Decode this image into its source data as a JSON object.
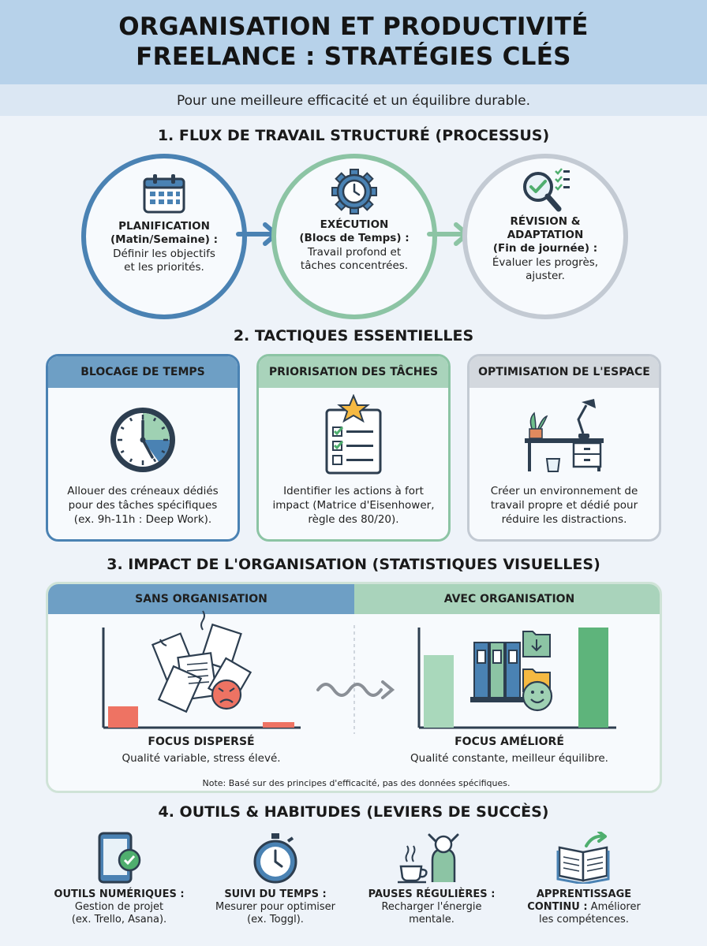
{
  "header": {
    "title_line1": "ORGANISATION ET PRODUCTIVITÉ",
    "title_line2": "FREELANCE : STRATÉGIES CLÉS",
    "subtitle": "Pour une meilleure efficacité et un équilibre durable."
  },
  "section1": {
    "title": "1. FLUX DE TRAVAIL STRUCTURÉ (PROCESSUS)",
    "steps": [
      {
        "title1": "PLANIFICATION",
        "title2": "(Matin/Semaine) :",
        "desc1": "Définir les objectifs",
        "desc2": "et les priorités.",
        "icon": "calendar-icon"
      },
      {
        "title1": "EXÉCUTION",
        "title2": "(Blocs de Temps) :",
        "desc1": "Travail profond et",
        "desc2": "tâches concentrées.",
        "icon": "gear-clock-icon"
      },
      {
        "title1": "RÉVISION &",
        "title2": "ADAPTATION",
        "title3": "(Fin de journée) :",
        "desc1": "Évaluer les progrès,",
        "desc2": "ajuster.",
        "icon": "magnifier-checklist-icon"
      }
    ]
  },
  "section2": {
    "title": "2. TACTIQUES ESSENTIELLES",
    "cards": [
      {
        "header": "BLOCAGE DE TEMPS",
        "line1": "Allouer des créneaux dédiés",
        "line2": "pour des tâches spécifiques",
        "line3": "(ex. 9h-11h : Deep Work).",
        "icon": "clock-icon"
      },
      {
        "header": "PRIORISATION DES TÂCHES",
        "line1": "Identifier les actions à fort",
        "line2": "impact (Matrice d'Eisenhower,",
        "line3": "règle des 80/20).",
        "icon": "checklist-star-icon"
      },
      {
        "header": "OPTIMISATION DE L'ESPACE",
        "line1": "Créer un environnement de",
        "line2": "travail propre et dédié pour",
        "line3": "réduire les distractions.",
        "icon": "desk-icon"
      }
    ]
  },
  "section3": {
    "title": "3. IMPACT DE L'ORGANISATION (STATISTIQUES VISUELLES)",
    "left_header": "SANS ORGANISATION",
    "right_header": "AVEC ORGANISATION",
    "left_label": "FOCUS DISPERSÉ",
    "left_desc": "Qualité variable, stress élevé.",
    "right_label": "FOCUS AMÉLIORÉ",
    "right_desc": "Qualité constante, meilleur équilibre.",
    "note": "Note: Basé sur des principes d'efficacité, pas des données spécifiques."
  },
  "section4": {
    "title": "4. OUTILS & HABITUDES (LEVIERS DE SUCCÈS)",
    "tools": [
      {
        "title": "OUTILS NUMÉRIQUES :",
        "line1": "Gestion de projet",
        "line2": "(ex. Trello, Asana).",
        "icon": "tablet-check-icon"
      },
      {
        "title": "SUIVI DU TEMPS :",
        "line1": "Mesurer pour optimiser",
        "line2": "(ex. Toggl).",
        "icon": "stopwatch-icon"
      },
      {
        "title": "PAUSES RÉGULIÈRES :",
        "line1": "Recharger l'énergie",
        "line2": "mentale.",
        "icon": "coffee-break-icon"
      },
      {
        "title1": "APPRENTISSAGE",
        "title2": "CONTINU :",
        "line1": "Améliorer",
        "line2": "les compétences.",
        "icon": "book-icon"
      }
    ]
  },
  "colors": {
    "blue": "#4a82b3",
    "green": "#8cc4a4",
    "grey": "#c3cad3",
    "red": "#ee7363",
    "dark_green": "#5eb47b"
  }
}
